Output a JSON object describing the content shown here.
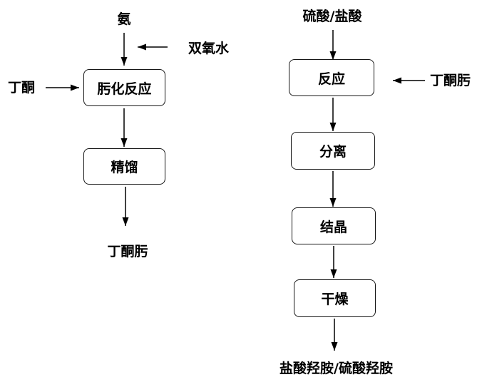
{
  "diagram": {
    "background_color": "#ffffff",
    "line_color": "#000000",
    "left_flow": {
      "top_input": "氨",
      "right_input": "双氧水",
      "left_input": "丁酮",
      "steps": [
        "肟化反应",
        "精馏"
      ],
      "output": "丁酮肟"
    },
    "right_flow": {
      "top_input": "硫酸/盐酸",
      "right_input": "丁酮肟",
      "steps": [
        "反应",
        "分离",
        "结晶",
        "干燥"
      ],
      "output": "盐酸羟胺/硫酸羟胺"
    }
  }
}
